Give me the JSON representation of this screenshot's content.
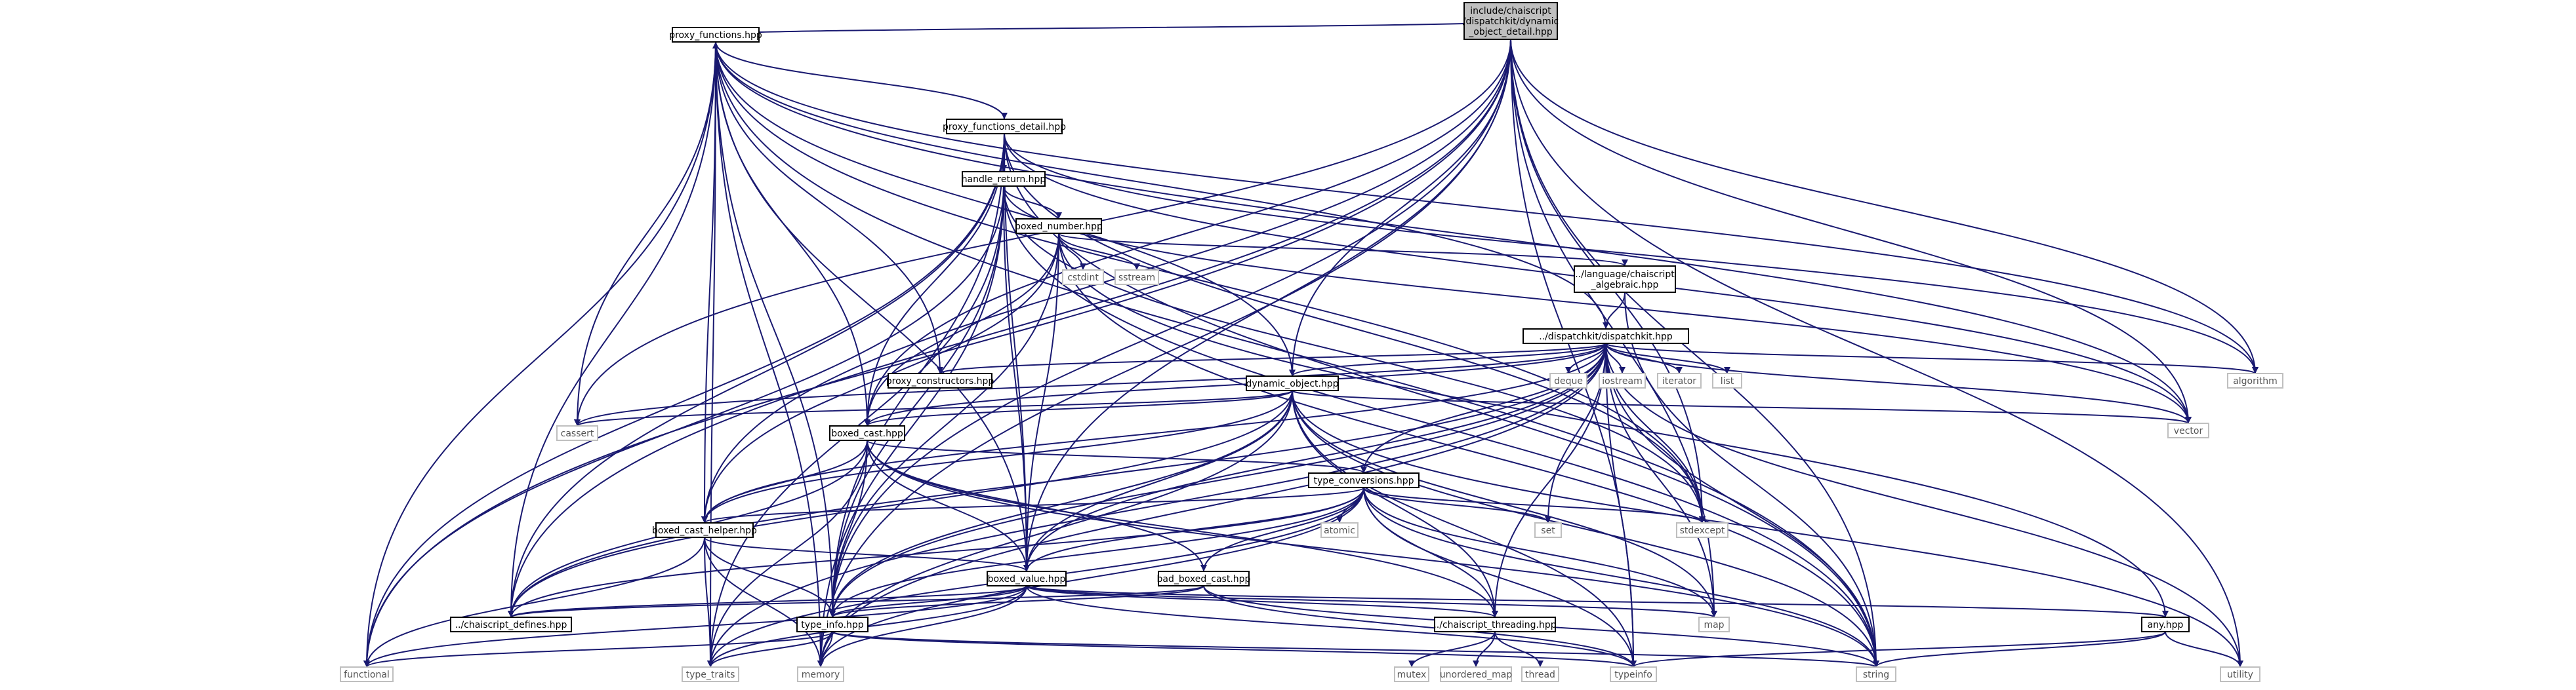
{
  "graph": {
    "colors": {
      "edge": "#191970",
      "root_fill": "#bfbfbf",
      "node_border": "#000000",
      "system_border": "#bfbfbf"
    },
    "nodes": {
      "root": [
        "include/chaiscript",
        "/dispatchkit/dynamic",
        "_object_detail.hpp"
      ],
      "proxy_functions": [
        "proxy_functions.hpp"
      ],
      "proxy_functions_detail": [
        "proxy_functions_detail.hpp"
      ],
      "handle_return": [
        "handle_return.hpp"
      ],
      "boxed_number": [
        "boxed_number.hpp"
      ],
      "algebraic": [
        "../language/chaiscript",
        "_algebraic.hpp"
      ],
      "dispatchkit": [
        "../dispatchkit/dispatchkit.hpp"
      ],
      "proxy_constructors": [
        "proxy_constructors.hpp"
      ],
      "dynamic_object": [
        "dynamic_object.hpp"
      ],
      "boxed_cast": [
        "boxed_cast.hpp"
      ],
      "type_conversions": [
        "type_conversions.hpp"
      ],
      "boxed_cast_helper": [
        "boxed_cast_helper.hpp"
      ],
      "boxed_value": [
        "boxed_value.hpp"
      ],
      "bad_boxed_cast": [
        "bad_boxed_cast.hpp"
      ],
      "defines": [
        "../chaiscript_defines.hpp"
      ],
      "type_info": [
        "type_info.hpp"
      ],
      "threading": [
        "../chaiscript_threading.hpp"
      ],
      "any": [
        "any.hpp"
      ],
      "cstdint": [
        "cstdint"
      ],
      "sstream": [
        "sstream"
      ],
      "deque": [
        "deque"
      ],
      "iostream": [
        "iostream"
      ],
      "iterator": [
        "iterator"
      ],
      "list": [
        "list"
      ],
      "algorithm": [
        "algorithm"
      ],
      "vector": [
        "vector"
      ],
      "cassert": [
        "cassert"
      ],
      "atomic": [
        "atomic"
      ],
      "set": [
        "set"
      ],
      "stdexcept": [
        "stdexcept"
      ],
      "map": [
        "map"
      ],
      "functional": [
        "functional"
      ],
      "type_traits": [
        "type_traits"
      ],
      "memory": [
        "memory"
      ],
      "typeinfo": [
        "typeinfo"
      ],
      "string": [
        "string"
      ],
      "utility": [
        "utility"
      ],
      "mutex": [
        "mutex"
      ],
      "unordered_map": [
        "unordered_map"
      ],
      "thread": [
        "thread"
      ]
    },
    "edges": [
      [
        "root",
        "proxy_functions"
      ],
      [
        "root",
        "dynamic_object"
      ],
      [
        "root",
        "boxed_value"
      ],
      [
        "root",
        "boxed_cast"
      ],
      [
        "root",
        "boxed_cast_helper"
      ],
      [
        "root",
        "type_info"
      ],
      [
        "root",
        "defines"
      ],
      [
        "root",
        "memory"
      ],
      [
        "root",
        "functional"
      ],
      [
        "root",
        "vector"
      ],
      [
        "root",
        "string"
      ],
      [
        "root",
        "map"
      ],
      [
        "root",
        "utility"
      ],
      [
        "root",
        "typeinfo"
      ],
      [
        "root",
        "stdexcept"
      ],
      [
        "root",
        "cassert"
      ],
      [
        "root",
        "algorithm"
      ],
      [
        "proxy_functions",
        "proxy_functions_detail"
      ],
      [
        "proxy_functions",
        "boxed_cast"
      ],
      [
        "proxy_functions",
        "boxed_value"
      ],
      [
        "proxy_functions",
        "dynamic_object"
      ],
      [
        "proxy_functions",
        "type_info"
      ],
      [
        "proxy_functions",
        "defines"
      ],
      [
        "proxy_functions",
        "cassert"
      ],
      [
        "proxy_functions",
        "functional"
      ],
      [
        "proxy_functions",
        "memory"
      ],
      [
        "proxy_functions",
        "type_traits"
      ],
      [
        "proxy_functions",
        "string"
      ],
      [
        "proxy_functions",
        "vector"
      ],
      [
        "proxy_functions",
        "algorithm"
      ],
      [
        "proxy_functions",
        "stdexcept"
      ],
      [
        "proxy_functions",
        "boxed_cast_helper"
      ],
      [
        "proxy_functions_detail",
        "handle_return"
      ],
      [
        "proxy_functions_detail",
        "boxed_cast"
      ],
      [
        "proxy_functions_detail",
        "boxed_value"
      ],
      [
        "proxy_functions_detail",
        "type_info"
      ],
      [
        "proxy_functions_detail",
        "defines"
      ],
      [
        "proxy_functions_detail",
        "functional"
      ],
      [
        "proxy_functions_detail",
        "vector"
      ],
      [
        "proxy_functions_detail",
        "stdexcept"
      ],
      [
        "proxy_functions_detail",
        "string"
      ],
      [
        "proxy_functions_detail",
        "algorithm"
      ],
      [
        "handle_return",
        "boxed_number"
      ],
      [
        "handle_return",
        "boxed_value"
      ],
      [
        "handle_return",
        "type_info"
      ],
      [
        "handle_return",
        "functional"
      ],
      [
        "handle_return",
        "memory"
      ],
      [
        "handle_return",
        "type_traits"
      ],
      [
        "handle_return",
        "stdexcept"
      ],
      [
        "handle_return",
        "string"
      ],
      [
        "handle_return",
        "vector"
      ],
      [
        "boxed_number",
        "algebraic"
      ],
      [
        "boxed_number",
        "boxed_cast"
      ],
      [
        "boxed_number",
        "boxed_cast_helper"
      ],
      [
        "boxed_number",
        "boxed_value"
      ],
      [
        "boxed_number",
        "type_info"
      ],
      [
        "boxed_number",
        "cstdint"
      ],
      [
        "boxed_number",
        "sstream"
      ],
      [
        "boxed_number",
        "string"
      ],
      [
        "boxed_number",
        "any"
      ],
      [
        "algebraic",
        "dispatchkit"
      ],
      [
        "algebraic",
        "string"
      ],
      [
        "dispatchkit",
        "proxy_functions"
      ],
      [
        "dispatchkit",
        "proxy_constructors"
      ],
      [
        "dispatchkit",
        "dynamic_object"
      ],
      [
        "dispatchkit",
        "boxed_cast"
      ],
      [
        "dispatchkit",
        "type_conversions"
      ],
      [
        "dispatchkit",
        "boxed_cast_helper"
      ],
      [
        "dispatchkit",
        "boxed_value"
      ],
      [
        "dispatchkit",
        "type_info"
      ],
      [
        "dispatchkit",
        "defines"
      ],
      [
        "dispatchkit",
        "threading"
      ],
      [
        "dispatchkit",
        "cassert"
      ],
      [
        "dispatchkit",
        "deque"
      ],
      [
        "dispatchkit",
        "iostream"
      ],
      [
        "dispatchkit",
        "iterator"
      ],
      [
        "dispatchkit",
        "list"
      ],
      [
        "dispatchkit",
        "algorithm"
      ],
      [
        "dispatchkit",
        "vector"
      ],
      [
        "dispatchkit",
        "set"
      ],
      [
        "dispatchkit",
        "stdexcept"
      ],
      [
        "dispatchkit",
        "map"
      ],
      [
        "dispatchkit",
        "memory"
      ],
      [
        "dispatchkit",
        "typeinfo"
      ],
      [
        "dispatchkit",
        "string"
      ],
      [
        "dispatchkit",
        "utility"
      ],
      [
        "dispatchkit",
        "type_traits"
      ],
      [
        "proxy_constructors",
        "proxy_functions"
      ],
      [
        "dynamic_object",
        "boxed_cast"
      ],
      [
        "dynamic_object",
        "boxed_value"
      ],
      [
        "dynamic_object",
        "type_info"
      ],
      [
        "dynamic_object",
        "defines"
      ],
      [
        "dynamic_object",
        "cassert"
      ],
      [
        "dynamic_object",
        "map"
      ],
      [
        "dynamic_object",
        "memory"
      ],
      [
        "dynamic_object",
        "string"
      ],
      [
        "dynamic_object",
        "vector"
      ],
      [
        "dynamic_object",
        "typeinfo"
      ],
      [
        "dynamic_object",
        "utility"
      ],
      [
        "dynamic_object",
        "threading"
      ],
      [
        "dynamic_object",
        "boxed_cast_helper"
      ],
      [
        "boxed_cast",
        "type_conversions"
      ],
      [
        "boxed_cast",
        "boxed_cast_helper"
      ],
      [
        "boxed_cast",
        "boxed_value"
      ],
      [
        "boxed_cast",
        "bad_boxed_cast"
      ],
      [
        "boxed_cast",
        "type_info"
      ],
      [
        "boxed_cast",
        "defines"
      ],
      [
        "boxed_cast",
        "threading"
      ],
      [
        "boxed_cast",
        "type_traits"
      ],
      [
        "boxed_cast",
        "string"
      ],
      [
        "type_conversions",
        "boxed_cast_helper"
      ],
      [
        "type_conversions",
        "boxed_value"
      ],
      [
        "type_conversions",
        "bad_boxed_cast"
      ],
      [
        "type_conversions",
        "type_info"
      ],
      [
        "type_conversions",
        "threading"
      ],
      [
        "type_conversions",
        "atomic"
      ],
      [
        "type_conversions",
        "set"
      ],
      [
        "type_conversions",
        "stdexcept"
      ],
      [
        "type_conversions",
        "map"
      ],
      [
        "type_conversions",
        "memory"
      ],
      [
        "type_conversions",
        "type_traits"
      ],
      [
        "type_conversions",
        "typeinfo"
      ],
      [
        "type_conversions",
        "string"
      ],
      [
        "type_conversions",
        "defines"
      ],
      [
        "boxed_cast_helper",
        "boxed_value"
      ],
      [
        "boxed_cast_helper",
        "type_info"
      ],
      [
        "boxed_cast_helper",
        "functional"
      ],
      [
        "boxed_cast_helper",
        "type_traits"
      ],
      [
        "boxed_cast_helper",
        "memory"
      ],
      [
        "boxed_value",
        "type_info"
      ],
      [
        "boxed_value",
        "any"
      ],
      [
        "boxed_value",
        "threading"
      ],
      [
        "boxed_value",
        "defines"
      ],
      [
        "boxed_value",
        "map"
      ],
      [
        "boxed_value",
        "memory"
      ],
      [
        "boxed_value",
        "type_traits"
      ],
      [
        "boxed_value",
        "typeinfo"
      ],
      [
        "boxed_value",
        "functional"
      ],
      [
        "bad_boxed_cast",
        "type_info"
      ],
      [
        "bad_boxed_cast",
        "typeinfo"
      ],
      [
        "bad_boxed_cast",
        "string"
      ],
      [
        "bad_boxed_cast",
        "defines"
      ],
      [
        "type_info",
        "functional"
      ],
      [
        "type_info",
        "memory"
      ],
      [
        "type_info",
        "type_traits"
      ],
      [
        "type_info",
        "typeinfo"
      ],
      [
        "type_info",
        "string"
      ],
      [
        "threading",
        "mutex"
      ],
      [
        "threading",
        "unordered_map"
      ],
      [
        "threading",
        "thread"
      ],
      [
        "any",
        "utility"
      ],
      [
        "any",
        "string"
      ],
      [
        "any",
        "typeinfo"
      ]
    ]
  }
}
